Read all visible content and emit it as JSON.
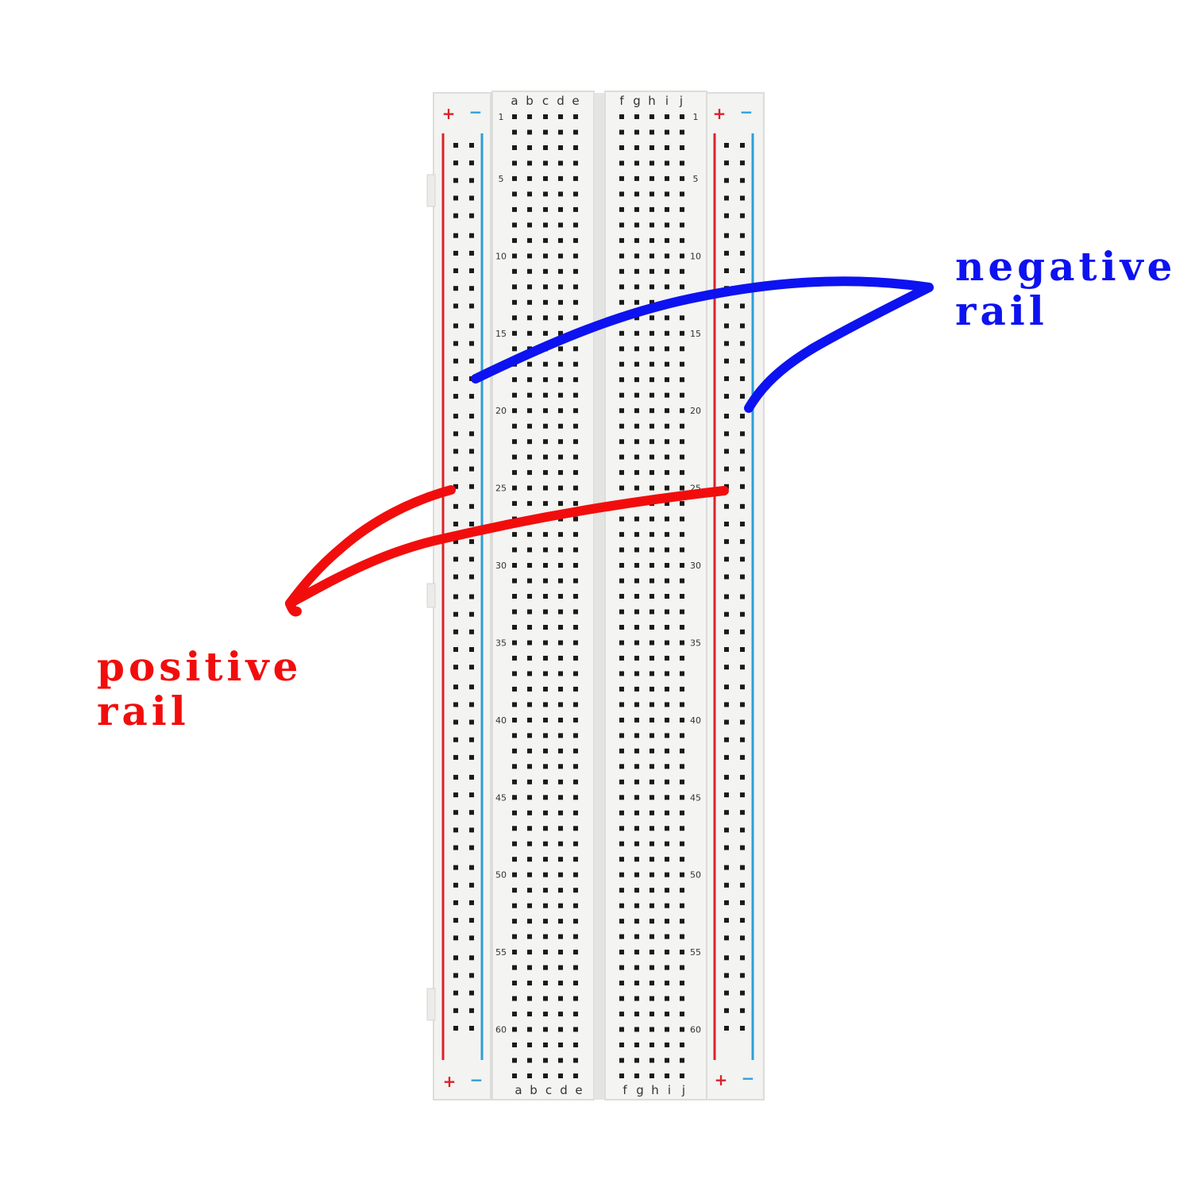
{
  "breadboard": {
    "column_letters_left": [
      "a",
      "b",
      "c",
      "d",
      "e"
    ],
    "column_letters_right": [
      "f",
      "g",
      "h",
      "i",
      "j"
    ],
    "row_numbers": [
      "1",
      "5",
      "10",
      "15",
      "20",
      "25",
      "30",
      "35",
      "40",
      "45",
      "50",
      "55",
      "60"
    ],
    "rail_symbols": {
      "plus": "+",
      "minus": "−"
    },
    "row_count": 63
  },
  "annotations": {
    "negative": {
      "line1": "negative",
      "line2": "rail",
      "color": "#0d12f0"
    },
    "positive": {
      "line1": "positive",
      "line2": "rail",
      "color": "#f20d0d"
    }
  },
  "colors": {
    "board": "#f3f3f1",
    "hole": "#1a1a1a",
    "rail_red": "#d9232b",
    "rail_blue": "#2a9fd8",
    "label_gray": "#333333"
  }
}
